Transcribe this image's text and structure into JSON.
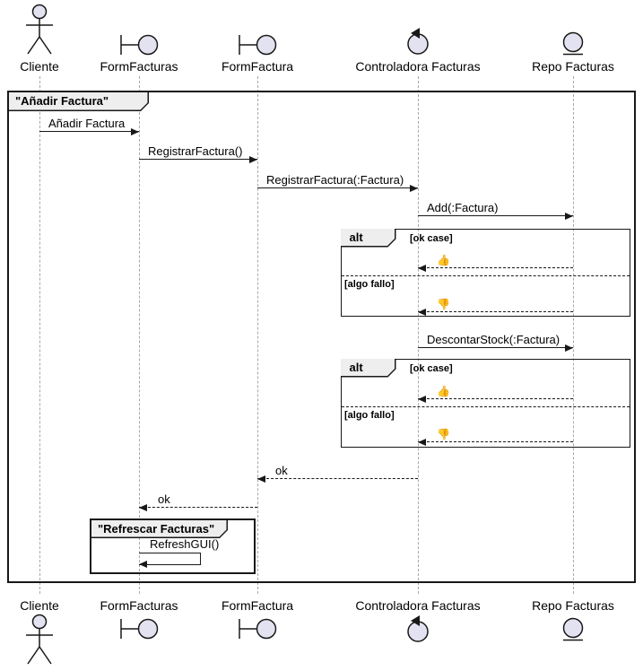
{
  "diagram": {
    "kind": "uml-sequence-diagram"
  },
  "participants": [
    {
      "name": "Cliente",
      "kind": "actor"
    },
    {
      "name": "FormFacturas",
      "kind": "boundary"
    },
    {
      "name": "FormFactura",
      "kind": "boundary"
    },
    {
      "name": "Controladora Facturas",
      "kind": "control"
    },
    {
      "name": "Repo Facturas",
      "kind": "entity"
    }
  ],
  "frames": {
    "main_title": "\"Añadir Factura\"",
    "refresh_title": "\"Refrescar Facturas\""
  },
  "messages": {
    "anadir_factura": "Añadir Factura",
    "registrar_factura": "RegistrarFactura()",
    "registrar_factura_param": "RegistrarFactura(:Factura)",
    "add_factura": "Add(:Factura)",
    "descontar_stock": "DescontarStock(:Factura)",
    "ok": "ok",
    "refresh_gui": "RefreshGUI()",
    "thumb_up": "👍",
    "thumb_down": "👎"
  },
  "fragments": [
    {
      "operator": "alt",
      "guard_ok": "[ok case]",
      "guard_fail": "[algo fallo]"
    },
    {
      "operator": "alt",
      "guard_ok": "[ok case]",
      "guard_fail": "[algo fallo]"
    }
  ],
  "colors": {
    "participant_fill": "#E2E2F0",
    "line": "#181818",
    "lifeline": "#A8A8A8",
    "frame_label_bg": "#EEEEEE",
    "background": "#FFFFFF"
  }
}
